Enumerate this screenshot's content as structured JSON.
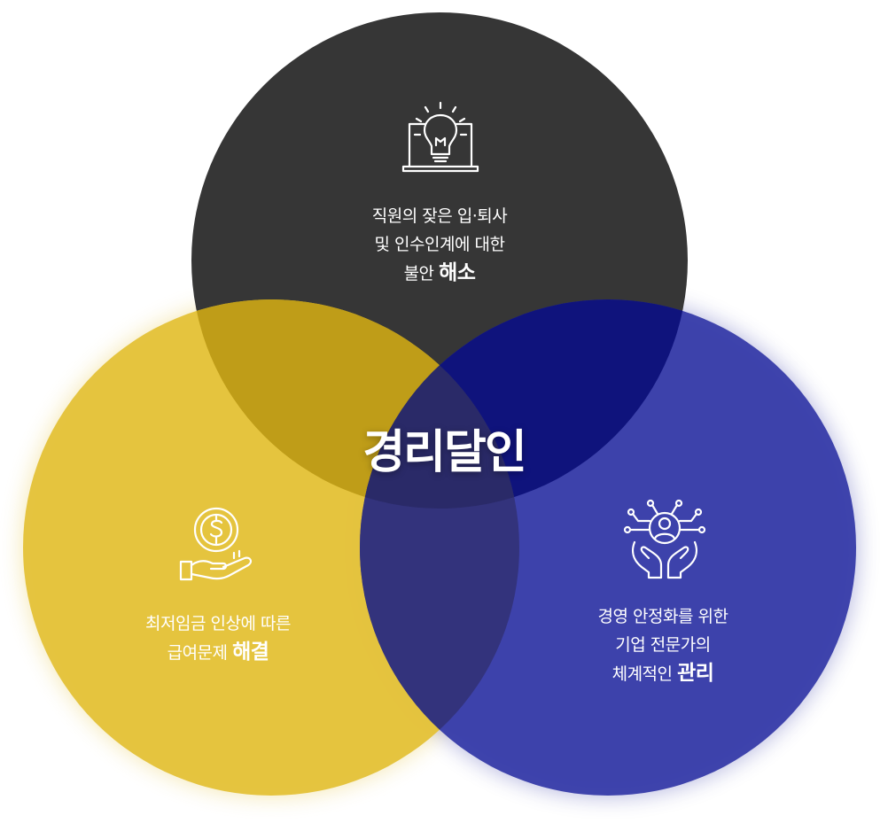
{
  "center_title": "경리달인",
  "circles": {
    "top": {
      "color": "#363636",
      "icon": "lightbulb-icon",
      "lines": [
        "직원의 잦은 입·퇴사",
        "및 인수인계에 대한"
      ],
      "last_line": "불안",
      "emphasis": "해소"
    },
    "left": {
      "color": "#e4c23a",
      "icon": "coin-hand-icon",
      "lines": [
        "최저임금 인상에 따른"
      ],
      "last_line": "급여문제",
      "emphasis": "해결"
    },
    "right": {
      "color": "#393ea9",
      "icon": "network-hands-icon",
      "lines": [
        "경영 안정화를 위한",
        "기업 전문가의"
      ],
      "last_line": "체계적인",
      "emphasis": "관리"
    }
  }
}
